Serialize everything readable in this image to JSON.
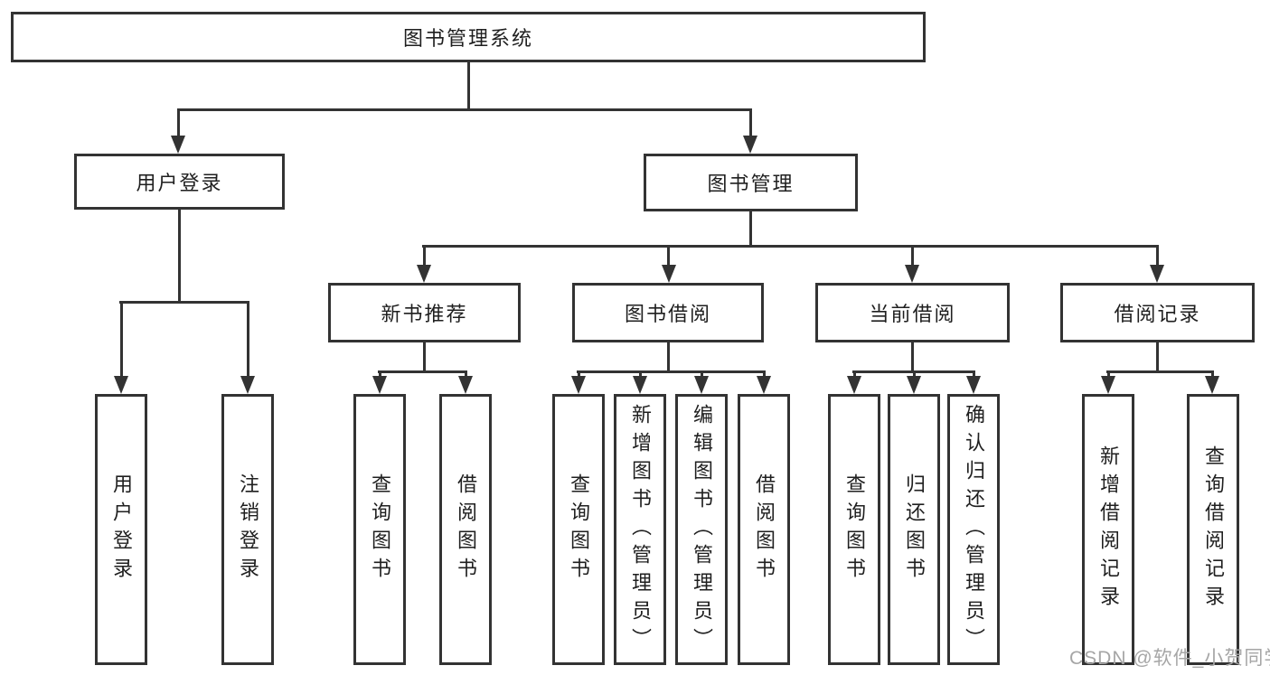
{
  "diagram": {
    "nodes": {
      "root": "图书管理系统",
      "user_login": "用户登录",
      "book_mgmt": "图书管理",
      "new_book": "新书推荐",
      "book_borrow": "图书借阅",
      "current_borrow": "当前借阅",
      "borrow_record": "借阅记录"
    },
    "leaves": {
      "user_login": [
        "用户登录",
        "注销登录"
      ],
      "new_book": [
        "查询图书",
        "借阅图书"
      ],
      "book_borrow": [
        "查询图书",
        "新增图书（管理员）",
        "编辑图书（管理员）",
        "借阅图书"
      ],
      "current_borrow": [
        "查询图书",
        "归还图书",
        "确认归还（管理员）"
      ],
      "borrow_record": [
        "新增借阅记录",
        "查询借阅记录"
      ]
    },
    "watermark": "CSDN @软件_小贺同学",
    "colors": {
      "line": "#333333",
      "text": "#1f1f1f",
      "watermark": "#a6a6a6",
      "background": "#ffffff"
    }
  }
}
